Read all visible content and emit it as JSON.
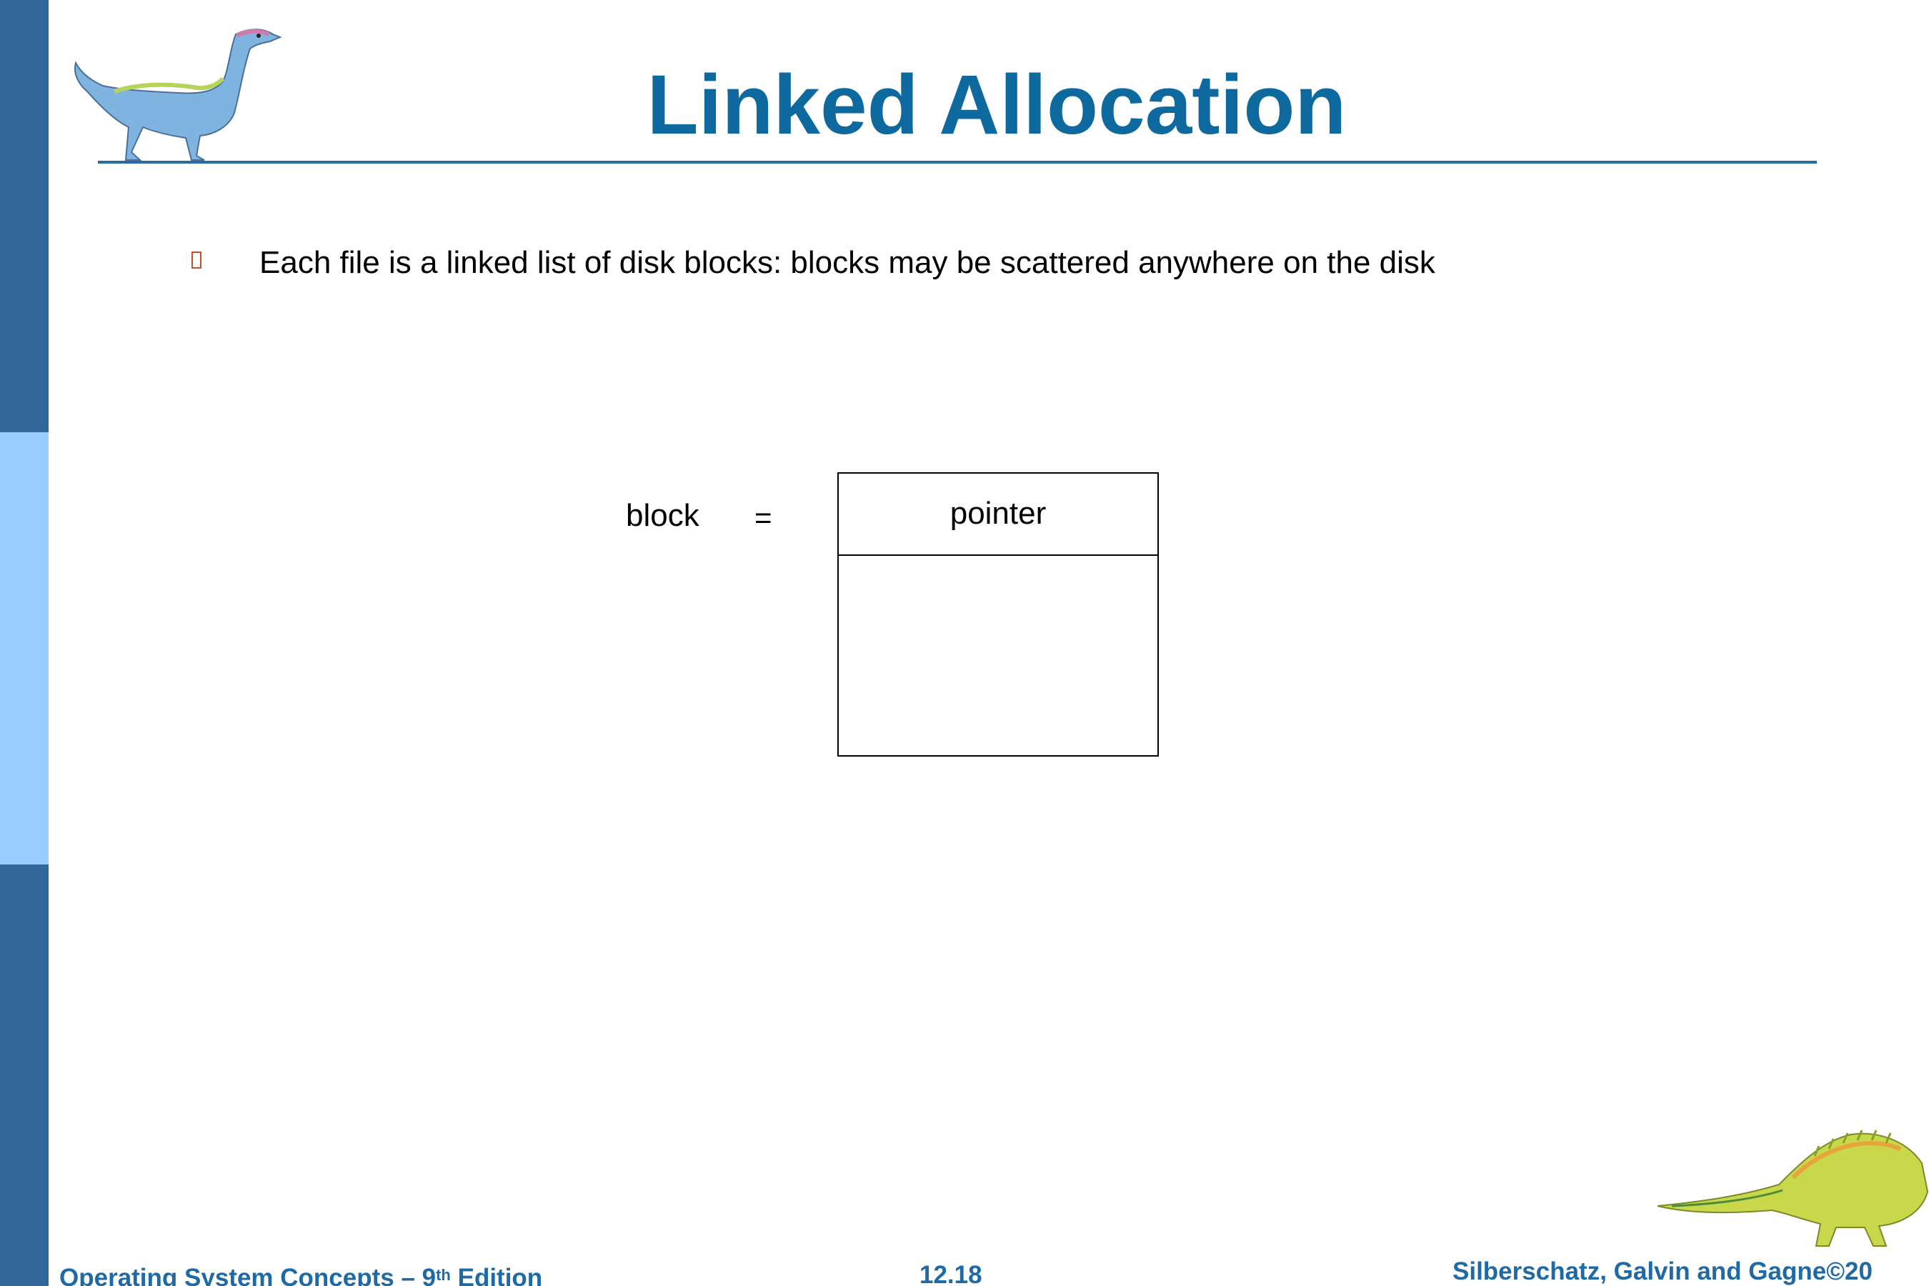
{
  "slide": {
    "title": "Linked Allocation",
    "bullets": [
      "Each file is a linked list of disk blocks: blocks may be scattered anywhere on the disk"
    ]
  },
  "diagram": {
    "block_label": "block",
    "equals": "=",
    "pointer_label": "pointer"
  },
  "footer": {
    "book_title_prefix": "Operating System Concepts  – 9",
    "book_title_sup": "th",
    "book_title_suffix": " Edition",
    "page_number": "12.18",
    "copyright": "Silberschatz, Galvin and Gagne©20"
  },
  "colors": {
    "title": "#0e6a9e",
    "sidebar_dark": "#336699",
    "sidebar_light": "#99ccff",
    "footer_text": "#1f6aa5",
    "bullet": "#c0502a"
  },
  "icons": {
    "top_left": "dinosaur-illustration",
    "bottom_right": "dinosaur-illustration",
    "bullet": "square-bullet"
  }
}
